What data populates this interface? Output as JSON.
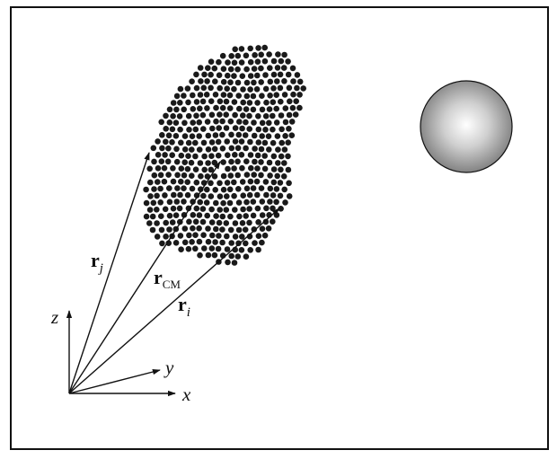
{
  "labels": {
    "r_j": {
      "main": "r",
      "sub": "j"
    },
    "r_cm": {
      "main": "r",
      "sub": "CM"
    },
    "r_i": {
      "main": "r",
      "sub": "i"
    },
    "axis_z": "z",
    "axis_y": "y",
    "axis_x": "x"
  },
  "colors": {
    "frame": "#111111",
    "particle": "#1a1a1a",
    "sphere_highlight": "#ffffff",
    "sphere_shadow": "#7a7a7a"
  }
}
